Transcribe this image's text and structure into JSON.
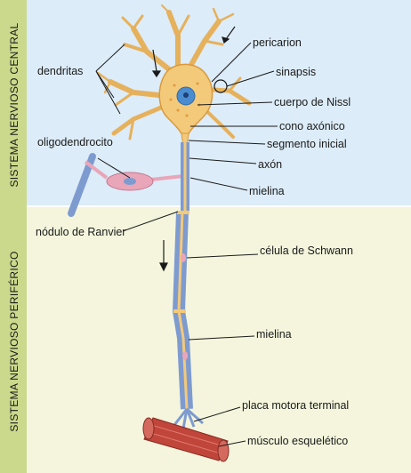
{
  "sections": {
    "central": "SISTEMA NERVIOSO CENTRAL",
    "peripheral": "SISTEMA NERVIOSO PERIFÉRICO"
  },
  "labels": {
    "dendritas": "dendritas",
    "pericarion": "pericarion",
    "sinapsis": "sinapsis",
    "nissl": "cuerpo de Nissl",
    "cono": "cono axónico",
    "segmento": "segmento inicial",
    "axon": "axón",
    "mielina_top": "mielina",
    "oligo": "oligodendrocito",
    "ranvier": "nódulo de Ranvier",
    "schwann": "célula de Schwann",
    "mielina_bottom": "mielina",
    "placa": "placa motora terminal",
    "musculo": "músculo esquelético"
  },
  "colors": {
    "central_bg": "#dcecf8",
    "peripheral_bg": "#f4f5dc",
    "side_strip": "#cbd98c",
    "neuron_fill": "#f3c97a",
    "neuron_outline": "#d99a3c",
    "nucleus": "#4a8ccf",
    "myelin": "#7e9bd0",
    "oligodendrocyte": "#e9a6b8",
    "muscle": "#c0453a"
  }
}
